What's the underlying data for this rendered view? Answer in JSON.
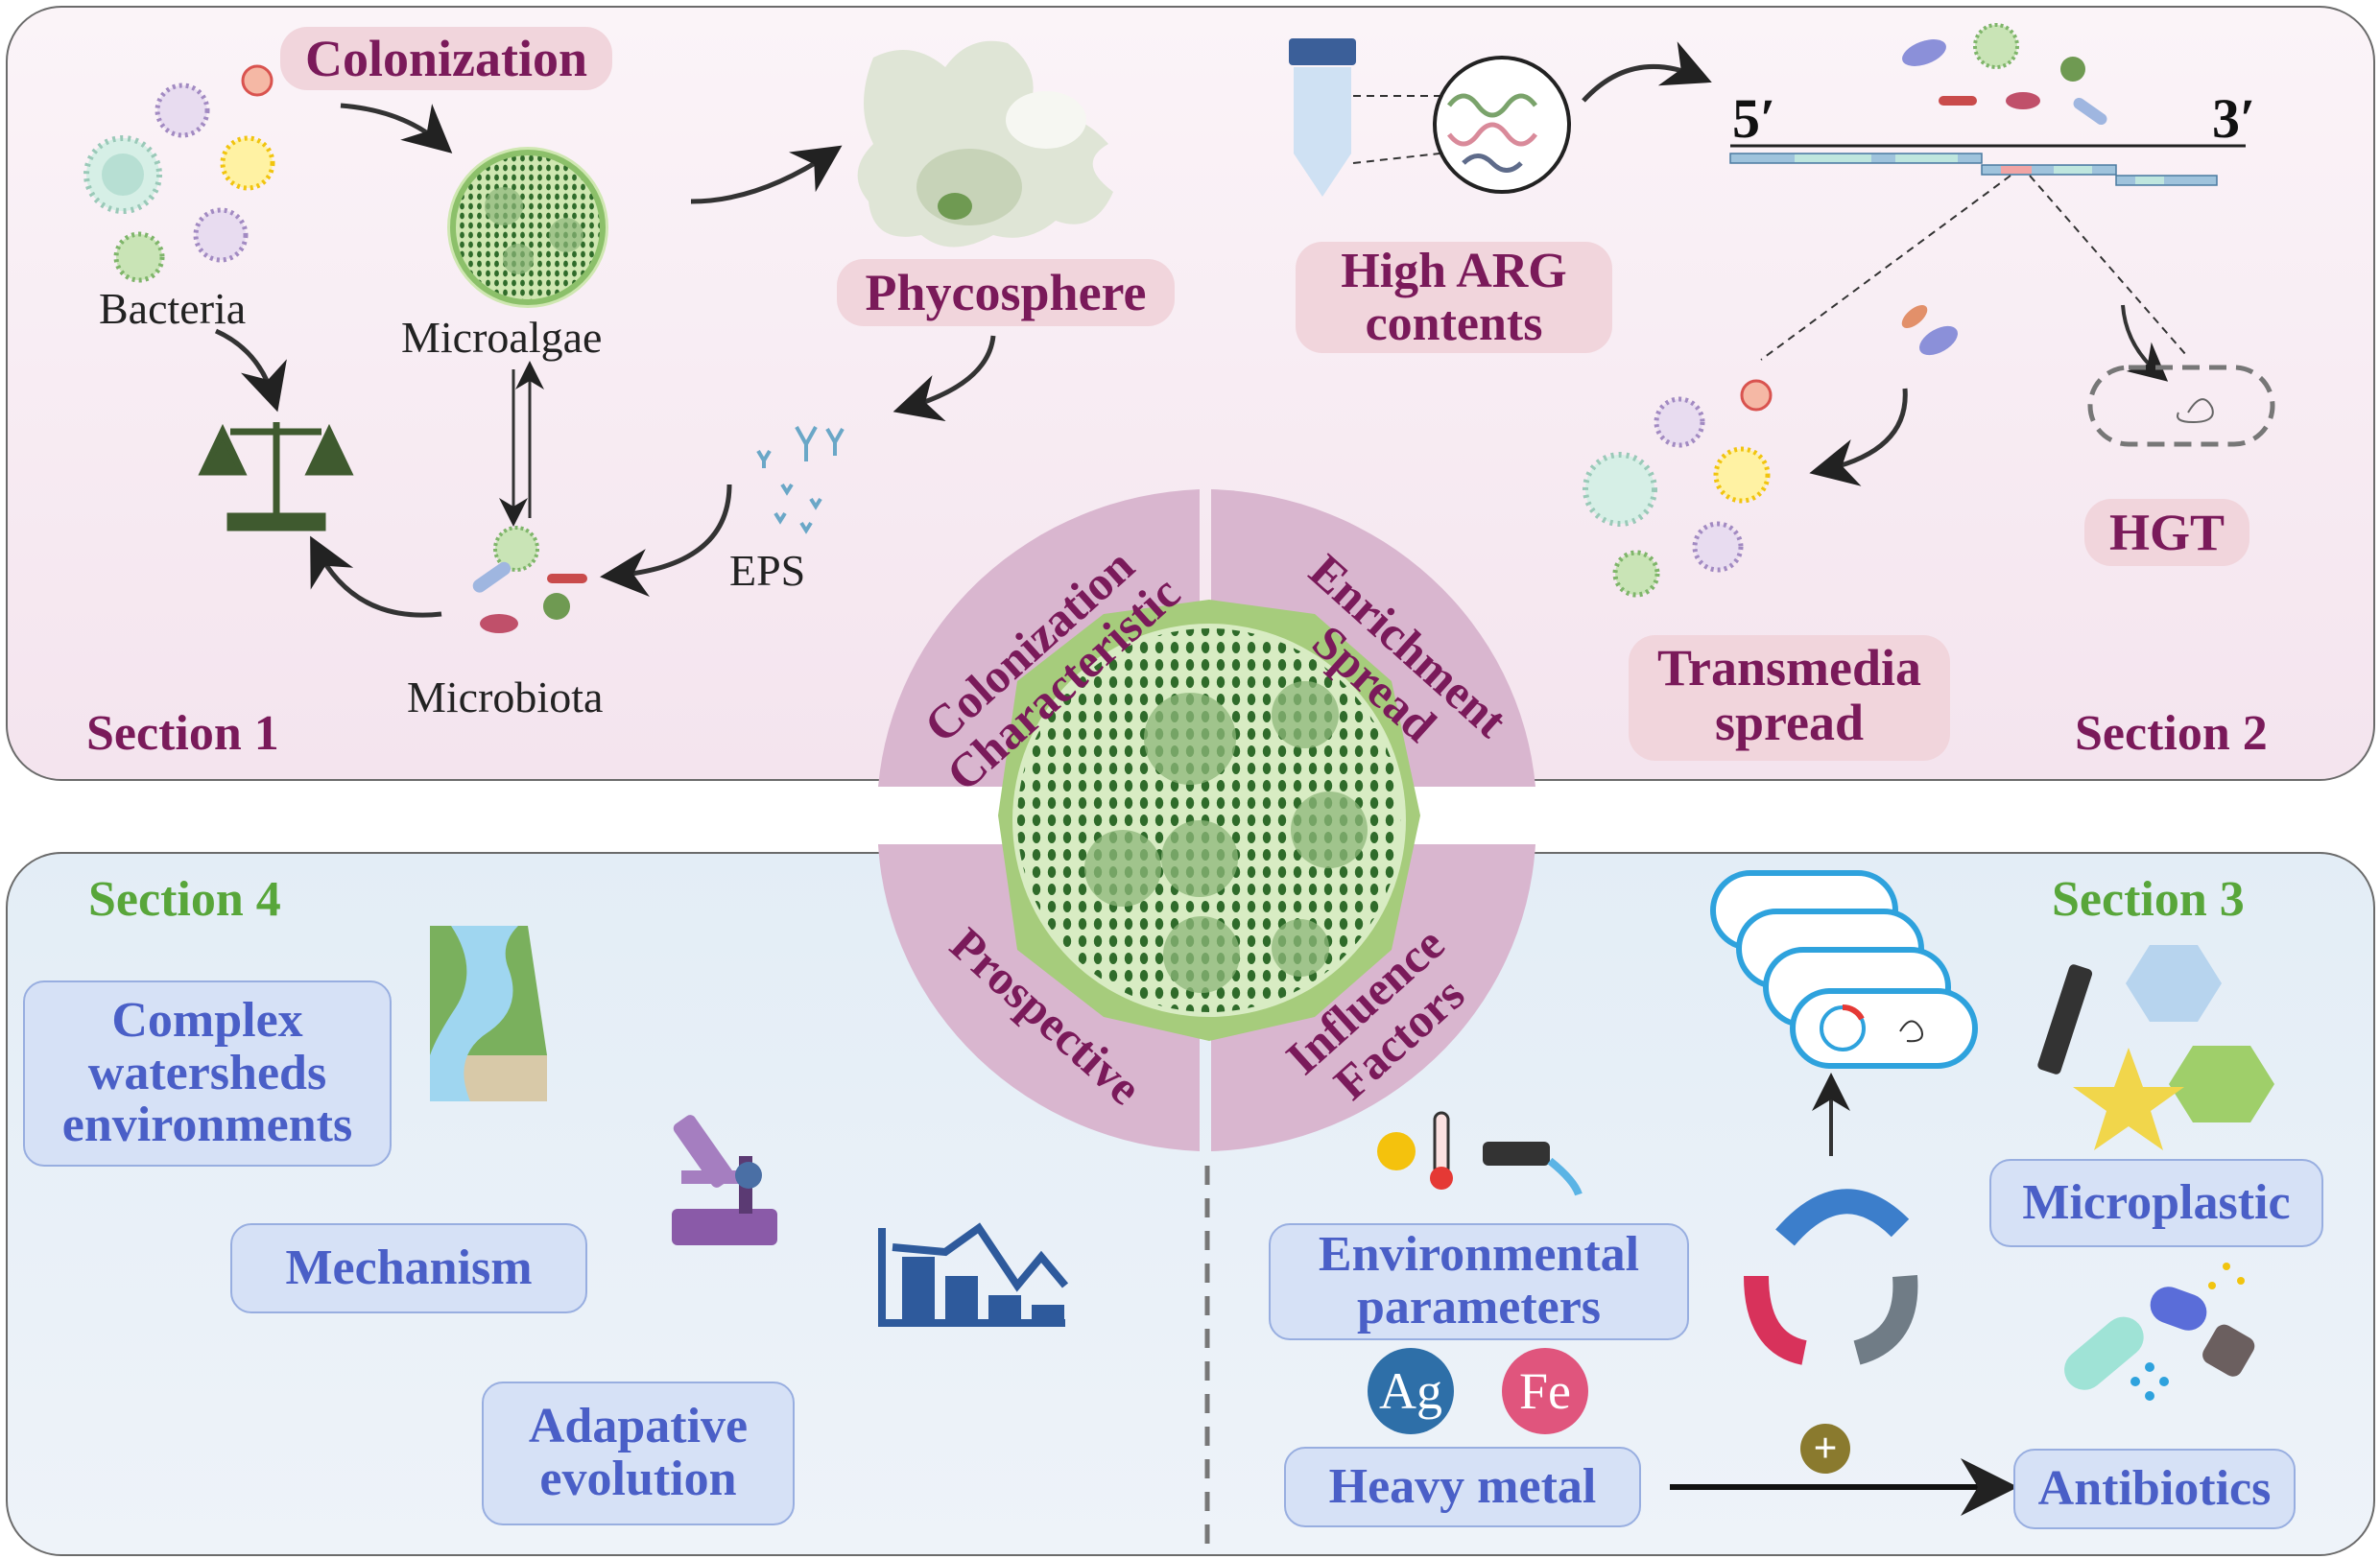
{
  "sections": {
    "s1": "Section 1",
    "s2": "Section 2",
    "s3": "Section 3",
    "s4": "Section 4"
  },
  "section1": {
    "colonization": "Colonization",
    "bacteria": "Bacteria",
    "microalgae": "Microalgae",
    "eps": "EPS",
    "microbiota": "Microbiota",
    "phycosphere": "Phycosphere"
  },
  "section2": {
    "high_arg_line1": "High ARG",
    "high_arg_line2": "contents",
    "five_prime": "5′",
    "three_prime": "3′",
    "hgt": "HGT",
    "transmedia_line1": "Transmedia",
    "transmedia_line2": "spread"
  },
  "center": {
    "q1_line1": "Colonization",
    "q1_line2": "Characteristic",
    "q2_line1": "Enrichment",
    "q2_line2": "Spread",
    "q3": "Prospective",
    "q4_line1": "Influence",
    "q4_line2": "Factors"
  },
  "section3": {
    "env_line1": "Environmental",
    "env_line2": "parameters",
    "ag": "Ag",
    "fe": "Fe",
    "heavy_metal": "Heavy metal",
    "microplastic": "Microplastic",
    "antibiotics": "Antibiotics",
    "plus": "+"
  },
  "section4": {
    "complex_line1": "Complex",
    "complex_line2": "watersheds",
    "complex_line3": "environments",
    "mechanism": "Mechanism",
    "adaptive_line1": "Adapative",
    "adaptive_line2": "evolution"
  },
  "colors": {
    "pink_label_bg": "#f1d5dc",
    "pink_text": "#7a1a5a",
    "green_text": "#58a63a",
    "blue_label_bg": "#d6e1f6",
    "blue_text": "#4a5fc7",
    "wheel_quadrant": "#d9b6cf",
    "algae_green": "#2f6b2a"
  }
}
